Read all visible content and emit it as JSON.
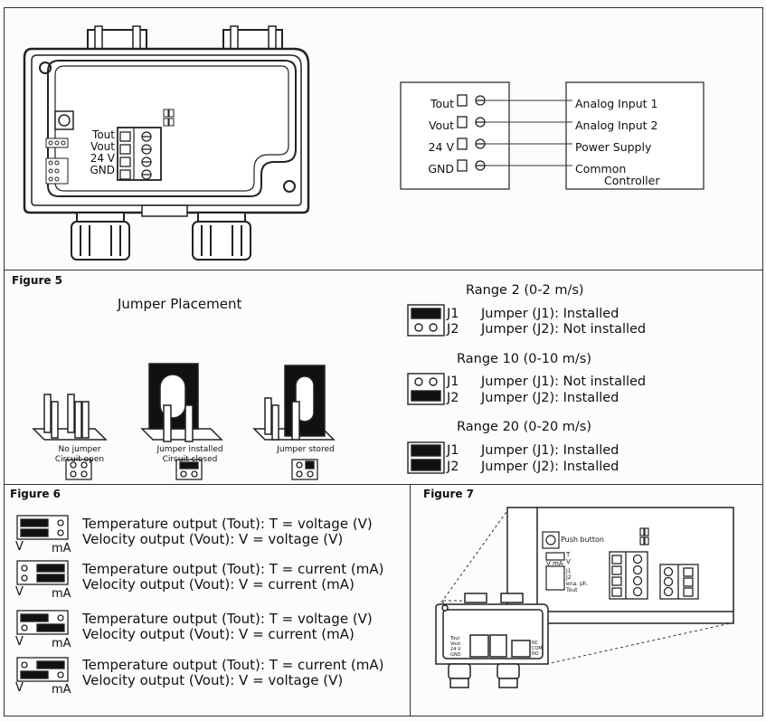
{
  "top": {
    "device_labels": [
      "Tout",
      "Vout",
      "24 V",
      "GND"
    ],
    "wiring": {
      "terminals": [
        "Tout",
        "Vout",
        "24 V",
        "GND"
      ],
      "controller_inputs": [
        "Analog Input 1",
        "Analog Input 2",
        "Power Supply",
        "Common"
      ],
      "controller_label": "Controller"
    }
  },
  "figure5": {
    "caption": "Figure 5",
    "title": "Jumper Placement",
    "states": [
      {
        "line1": "No jumper",
        "line2": "Circuit open"
      },
      {
        "line1": "Jumper installed",
        "line2": "Circuit closed"
      },
      {
        "line1": "Jumper stored",
        "line2": ""
      }
    ],
    "ranges": [
      {
        "title": "Range 2 (0-2 m/s)",
        "j1_label": "J1",
        "j2_label": "J2",
        "j1_text": "Jumper (J1): Installed",
        "j2_text": "Jumper (J2): Not installed"
      },
      {
        "title": "Range 10 (0-10 m/s)",
        "j1_label": "J1",
        "j2_label": "J2",
        "j1_text": "Jumper (J1): Not installed",
        "j2_text": "Jumper (J2): Installed"
      },
      {
        "title": "Range 20 (0-20 m/s)",
        "j1_label": "J1",
        "j2_label": "J2",
        "j1_text": "Jumper (J1): Installed",
        "j2_text": "Jumper (J2): Installed"
      }
    ]
  },
  "figure6": {
    "caption": "Figure 6",
    "rows": [
      {
        "v_label": "V",
        "ma_label": "mA",
        "line1": "Temperature output (Tout): T = voltage (V)",
        "line2": "Velocity output (Vout): V = voltage (V)"
      },
      {
        "v_label": "V",
        "ma_label": "mA",
        "line1": "Temperature output (Tout): T = current (mA)",
        "line2": "Velocity output (Vout): V = current (mA)"
      },
      {
        "v_label": "V",
        "ma_label": "mA",
        "line1": "Temperature output (Tout): T = voltage (V)",
        "line2": "Velocity output (Vout): V = current (mA)"
      },
      {
        "v_label": "V",
        "ma_label": "mA",
        "line1": "Temperature output (Tout): T = current (mA)",
        "line2": "Velocity output (Vout): V = voltage (V)"
      }
    ]
  },
  "figure7": {
    "caption": "Figure 7",
    "push_button_label": "Push button",
    "zoom_labels": [
      "T",
      "V",
      "V",
      "mA",
      "J1",
      "J2",
      "ena. ph.",
      "Tout"
    ],
    "mini_labels": [
      "Tout",
      "Vout",
      "24 V",
      "GND"
    ],
    "mini_right_labels": [
      "NC",
      "COM",
      "NO"
    ]
  }
}
